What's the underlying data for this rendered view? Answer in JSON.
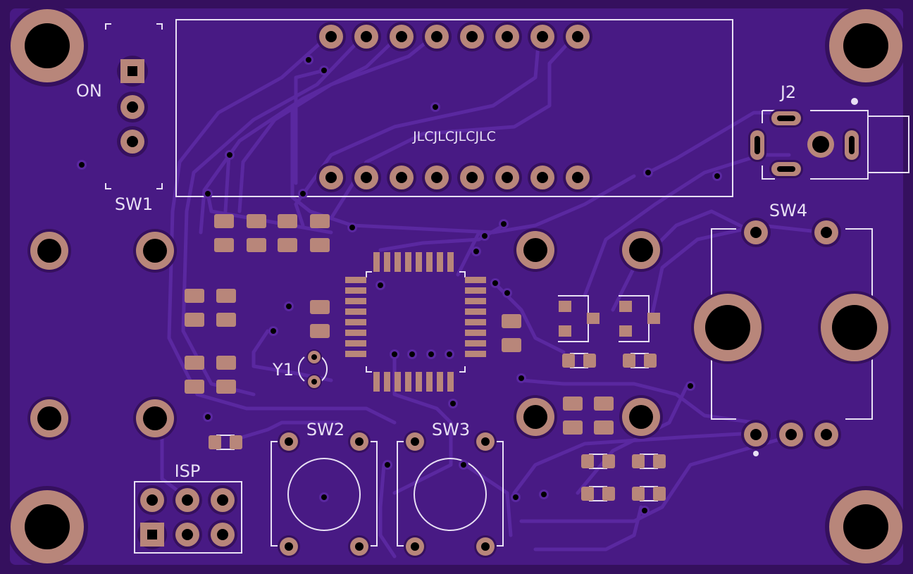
{
  "board": {
    "colors": {
      "substrate": "#35105e",
      "copper_fill": "#481a84",
      "trace": "#5a28a0",
      "pad": "#b8867a",
      "silkscreen": "#e8e0f4",
      "drill": "#000000"
    },
    "components": [
      {
        "id": "sw1",
        "label": "SW1",
        "note": "ON"
      },
      {
        "id": "j2",
        "label": "J2"
      },
      {
        "id": "sw4",
        "label": "SW4"
      },
      {
        "id": "y1",
        "label": "Y1"
      },
      {
        "id": "sw2",
        "label": "SW2"
      },
      {
        "id": "sw3",
        "label": "SW3"
      },
      {
        "id": "isp",
        "label": "ISP"
      }
    ],
    "module_marking": "JLCJLCJLCJLC"
  }
}
